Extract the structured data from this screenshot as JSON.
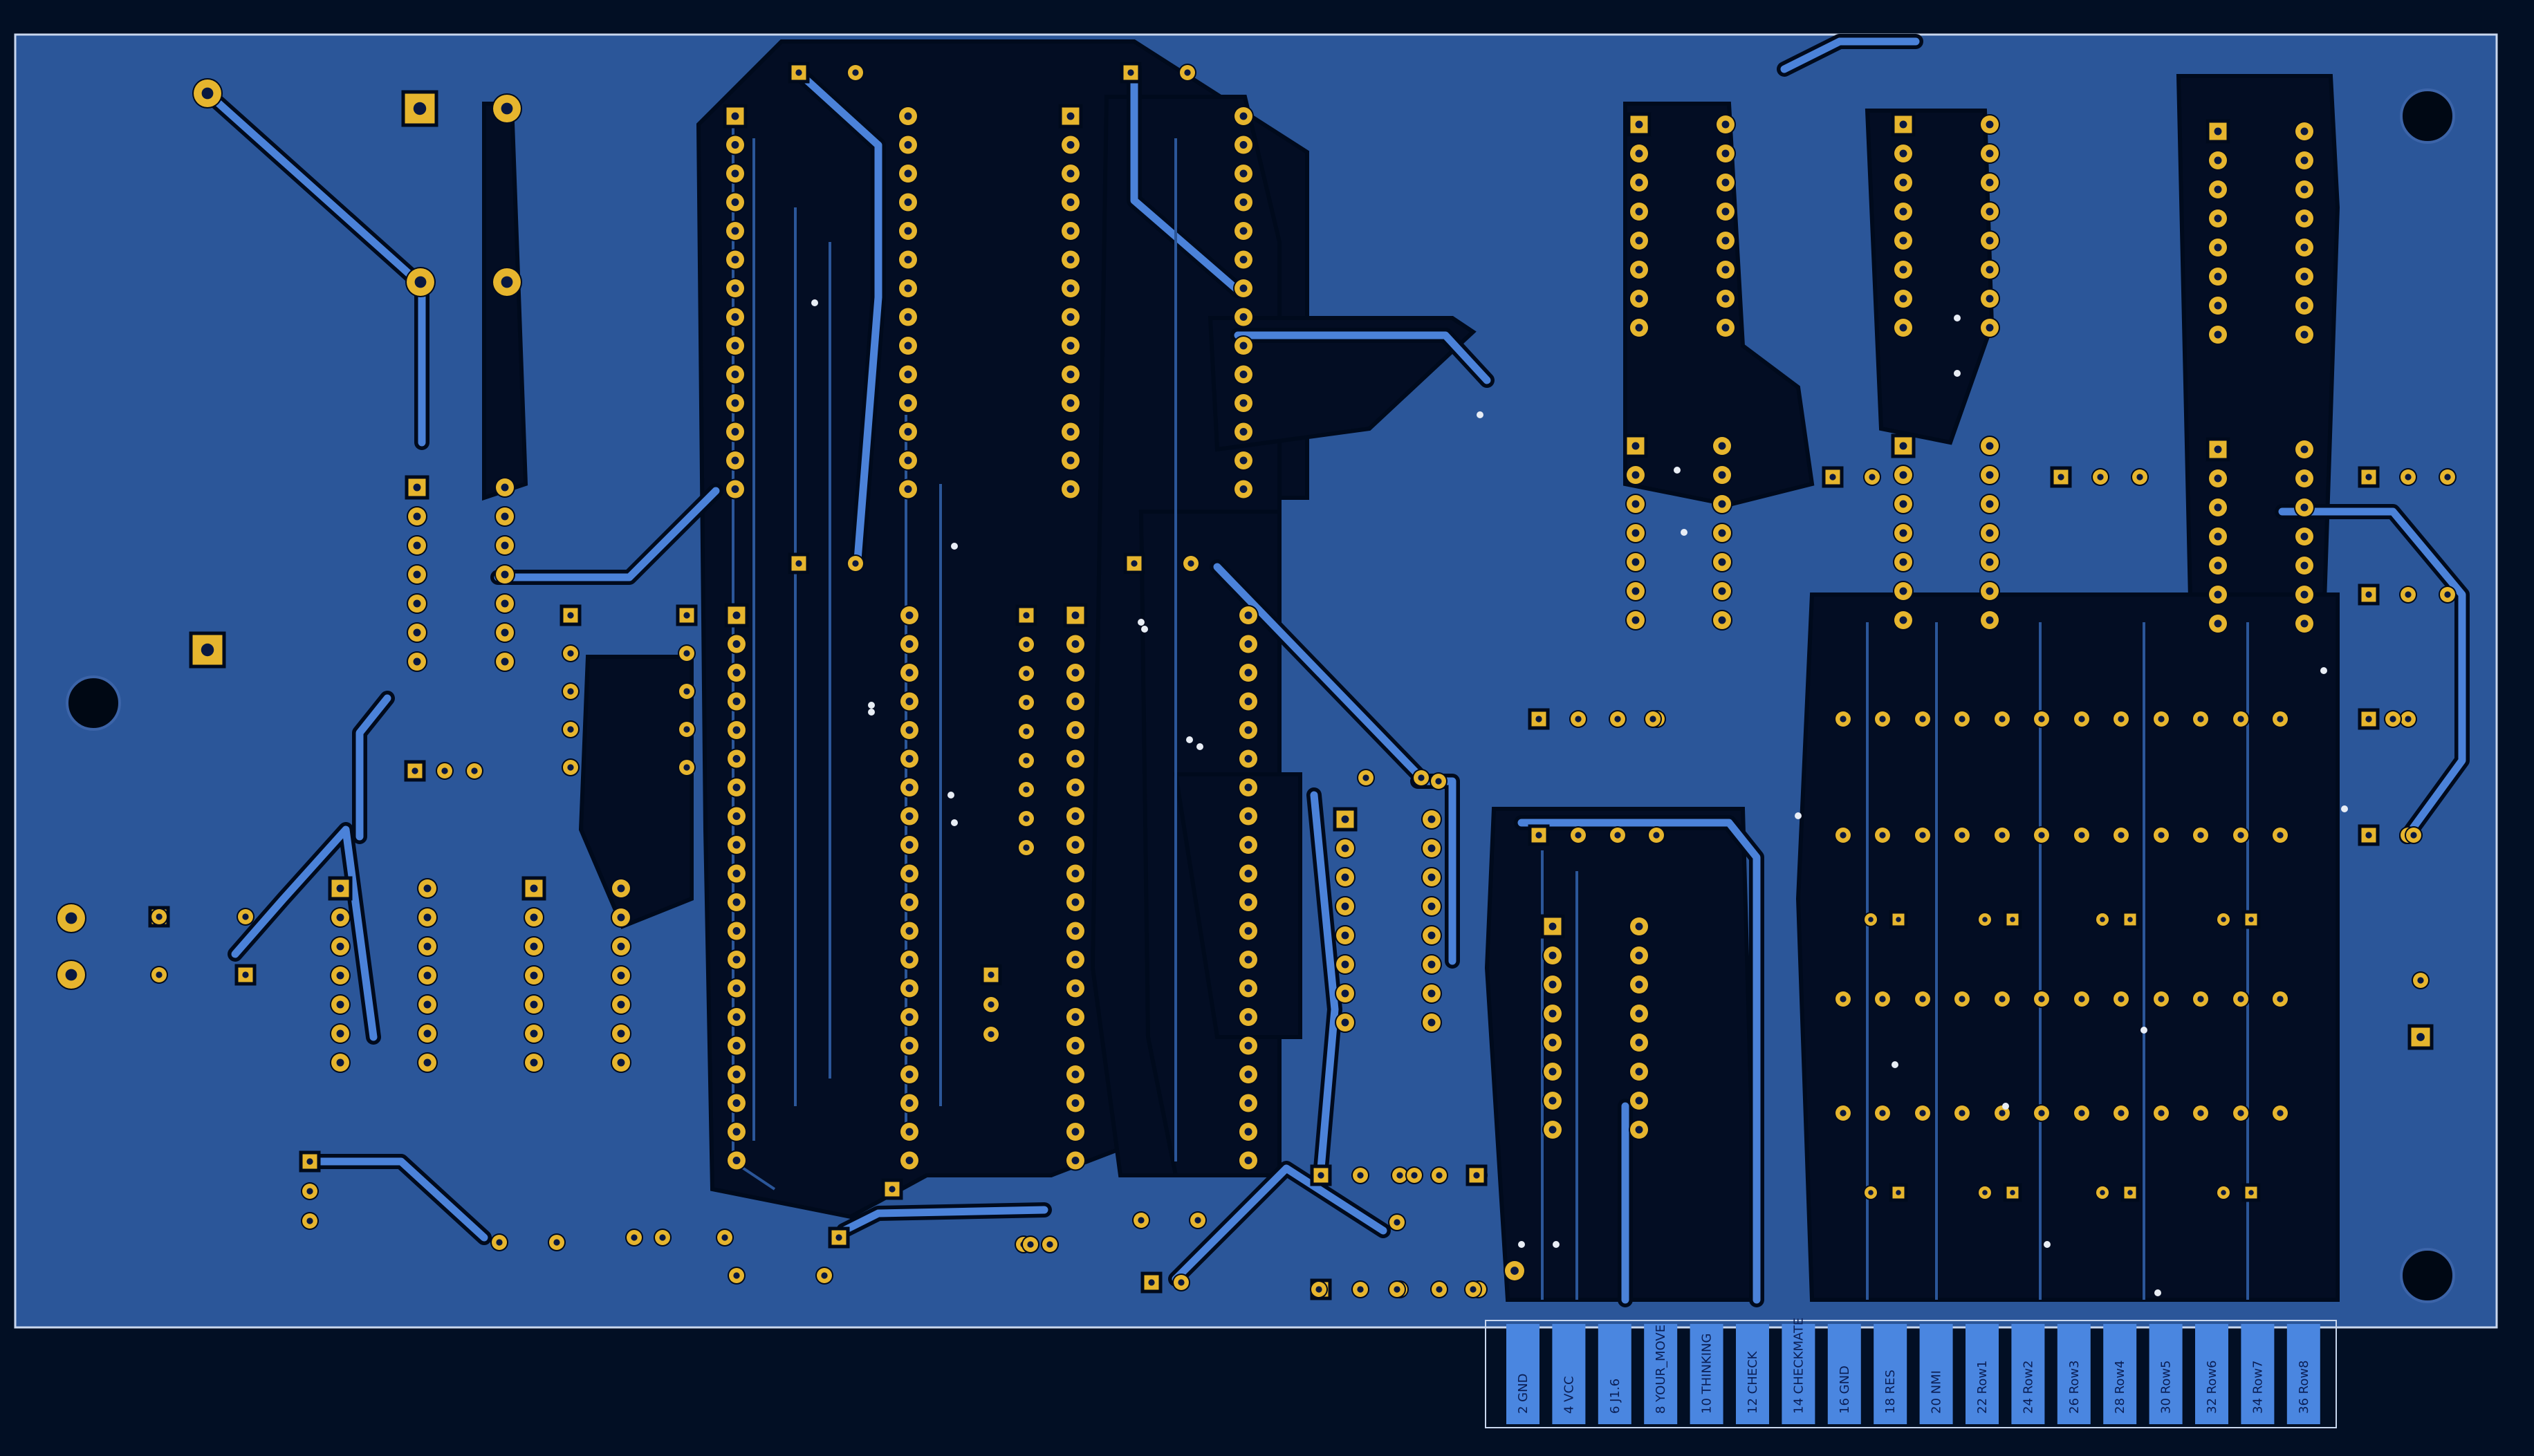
{
  "view": {
    "title": "",
    "layer": "B.Cu"
  },
  "colors": {
    "background": "#020f24",
    "board_fill": "#2b5699",
    "board_edge": "#c9d7ee",
    "copper_trace": "#4b82d9",
    "trace_isolation": "#000a1c",
    "zone_void": "#030d23",
    "pad_gold": "#e6b52e",
    "pad_hole": "#0a1840",
    "edge_finger": "#4a86e0"
  },
  "edge_connector": {
    "fingers": [
      {
        "pin": "2",
        "signal": "GND"
      },
      {
        "pin": "4",
        "signal": "VCC"
      },
      {
        "pin": "6",
        "signal": "J1.6"
      },
      {
        "pin": "8",
        "signal": "YOUR_MOVE"
      },
      {
        "pin": "10",
        "signal": "THINKING"
      },
      {
        "pin": "12",
        "signal": "CHECK"
      },
      {
        "pin": "14",
        "signal": "CHECKMATE"
      },
      {
        "pin": "16",
        "signal": "GND"
      },
      {
        "pin": "18",
        "signal": "RES"
      },
      {
        "pin": "20",
        "signal": "NMI"
      },
      {
        "pin": "22",
        "signal": "Row1"
      },
      {
        "pin": "24",
        "signal": "Row2"
      },
      {
        "pin": "26",
        "signal": "Row3"
      },
      {
        "pin": "28",
        "signal": "Row4"
      },
      {
        "pin": "30",
        "signal": "Row5"
      },
      {
        "pin": "32",
        "signal": "Row6"
      },
      {
        "pin": "34",
        "signal": "Row7"
      },
      {
        "pin": "36",
        "signal": "Row8"
      }
    ]
  },
  "icons": {
    "mounting_hole": "circle-hole-icon",
    "via": "via-dot-icon"
  }
}
